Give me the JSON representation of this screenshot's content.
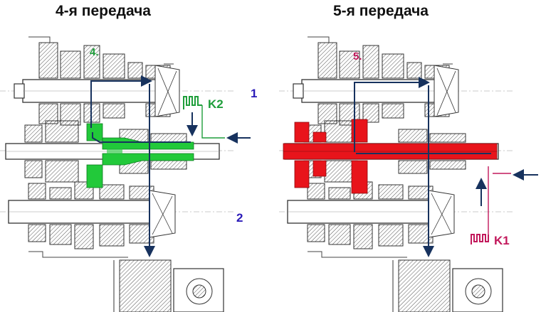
{
  "panels": {
    "left": {
      "title": "4-я передача",
      "gear_label": "4.",
      "clutch_label": "K2",
      "shaft_label_1": "1",
      "shaft_label_2": "2"
    },
    "right": {
      "title": "5-я передача",
      "gear_label": "5.",
      "clutch_label": "K1"
    }
  },
  "colors": {
    "power_path_left": "#22c93a",
    "power_path_right": "#e8141b",
    "flow_arrow": "#17325e",
    "clutch_k2": "#1f9e3b",
    "clutch_k1": "#c2185b",
    "shaft_number": "#2a1ab8",
    "drawing_lines": "#3a3a3a"
  }
}
